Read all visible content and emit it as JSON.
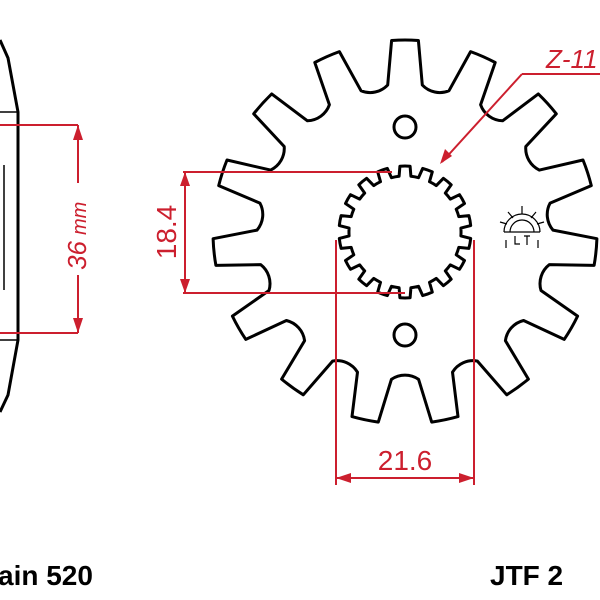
{
  "colors": {
    "dimension": "#cc1f2e",
    "outline": "#000000",
    "background": "#ffffff"
  },
  "dimensions": {
    "side_diameter_value": "36",
    "side_diameter_unit": "mm",
    "bore_height": "18.4",
    "spline_width": "21.6",
    "tooth_count": "Z-11"
  },
  "labels": {
    "chain": "ain 520",
    "part_code": "JTF 2"
  },
  "icons": {
    "logo": "jt-maker-logo-icon"
  }
}
